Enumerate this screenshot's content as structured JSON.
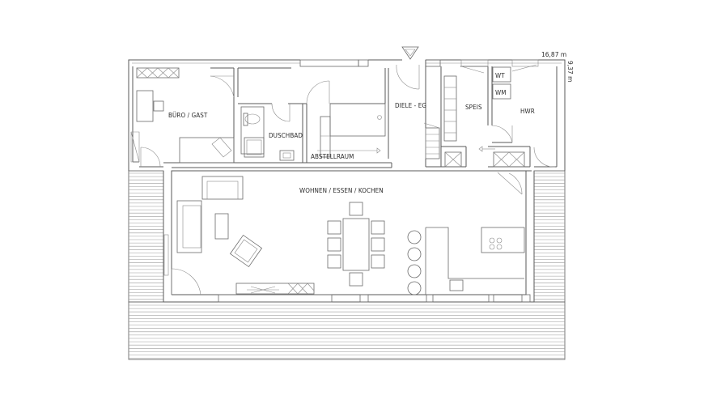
{
  "rooms": {
    "buero": "BÜRO / GAST",
    "duschbad": "DUSCHBAD",
    "abstellraum": "ABSTELLRAUM",
    "diele": "DIELE - EG",
    "speis": "SPEIS",
    "hwr": "HWR",
    "wohnen": "WOHNEN / ESSEN / KOCHEN"
  },
  "appliances": {
    "wt": "WT",
    "wm": "WM"
  },
  "dimensions": {
    "width": "16,87 m",
    "depth": "9,37 m"
  }
}
